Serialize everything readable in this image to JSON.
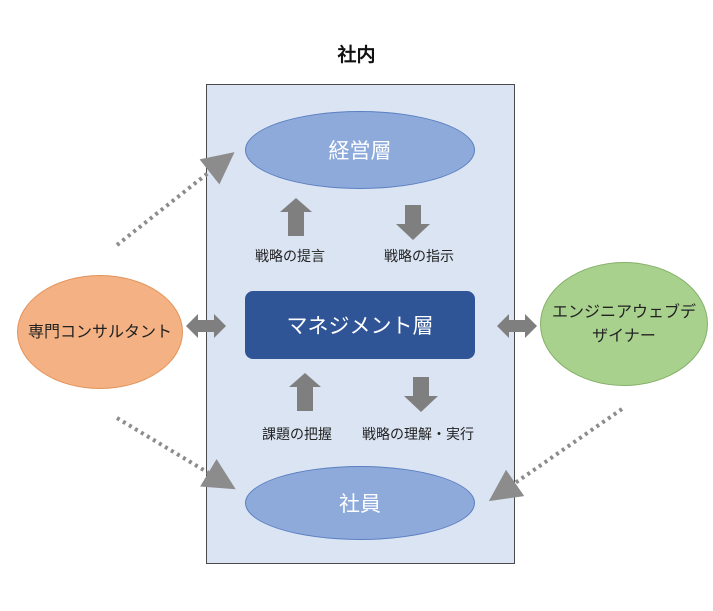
{
  "title": "社内",
  "nodes": {
    "management_layer": "経営層",
    "middle_management": "マネジメント層",
    "employees": "社員",
    "consultant": "専門コンサルタント",
    "designer": "エンジニアウェブデザイナー"
  },
  "labels": {
    "strategy_proposal": "戦略の提言",
    "strategy_instruction": "戦略の指示",
    "issue_grasp": "課題の把握",
    "strategy_understanding": "戦略の理解・実行"
  },
  "colors": {
    "company_box": "#dbe4f3",
    "ellipse_blue": "#8eaadb",
    "management_box": "#2f5597",
    "consultant": "#f4b183",
    "designer": "#a9d18e",
    "arrow": "#7f7f7f"
  }
}
